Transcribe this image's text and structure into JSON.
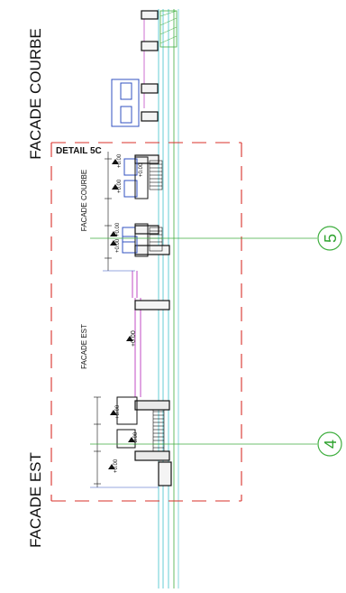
{
  "labels": {
    "top_title": "FACADE COURBE",
    "bottom_title": "FACADE EST",
    "detail": "DETAIL 5C",
    "inner_courbe": "FACADE COURBE",
    "inner_est": "FACADE EST"
  },
  "dimensions": {
    "level_values": [
      "+0.00",
      "+0.00",
      "+0.00",
      "+0.00",
      "+0.00",
      "+0.00",
      "+0.00",
      "+0.00"
    ],
    "center_level": "+0.00"
  },
  "grid_axes": [
    {
      "id": "axis-5",
      "number": "5"
    },
    {
      "id": "axis-4",
      "number": "4"
    }
  ],
  "colors": {
    "axis_green": "#3fae3f",
    "detail_red": "#d9302a",
    "wall_cyan": "#66cdd6",
    "wall_magenta": "#c04bc6",
    "dim_blue": "#3050c0",
    "hatch_black": "#111111"
  }
}
